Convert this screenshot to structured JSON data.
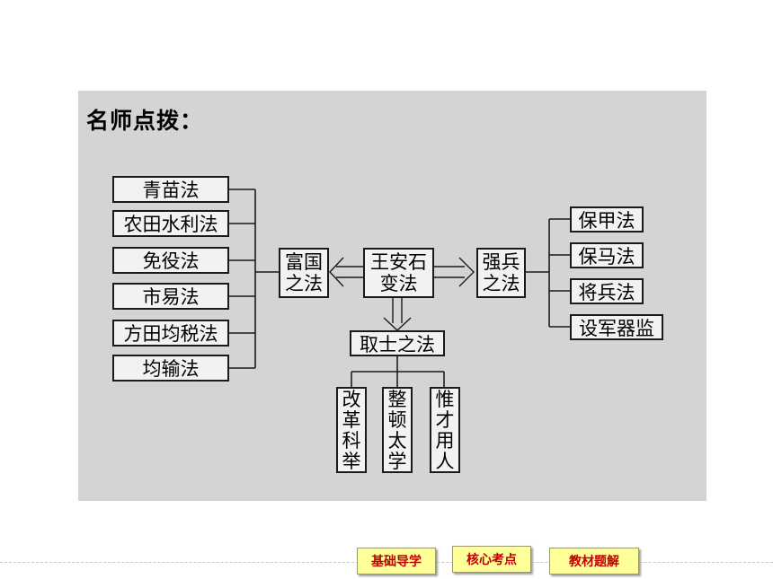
{
  "heading": "名师点拨：",
  "diagram": {
    "center": "王安石变法",
    "left_group": "富国之法",
    "left_items": [
      "青苗法",
      "农田水利法",
      "免役法",
      "市易法",
      "方田均税法",
      "均输法"
    ],
    "right_group": "强兵之法",
    "right_items": [
      "保甲法",
      "保马法",
      "将兵法",
      "设军器监"
    ],
    "bottom_group": "取士之法",
    "bottom_items": [
      "改革科举",
      "整顿太学",
      "惟才用人"
    ]
  },
  "nav": {
    "basics": "基础导学",
    "core": "核心考点",
    "textbook": "教材题解"
  }
}
